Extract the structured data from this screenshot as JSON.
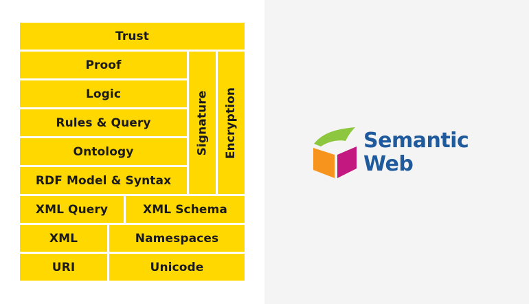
{
  "stack": {
    "trust": "Trust",
    "proof": "Proof",
    "logic": "Logic",
    "rules_query": "Rules & Query",
    "ontology": "Ontology",
    "rdf": "RDF Model & Syntax",
    "signature": "Signature",
    "encryption": "Encryption",
    "xml_query": "XML Query",
    "xml_schema": "XML Schema",
    "xml": "XML",
    "namespaces": "Namespaces",
    "uri": "URI",
    "unicode": "Unicode"
  },
  "logo": {
    "line1": "Semantic",
    "line2": "Web"
  },
  "colors": {
    "block": "#ffd800",
    "right_background": "#f4f4f4",
    "logo_text": "#1e5a9c",
    "cube_green": "#8dc63f",
    "cube_orange": "#f7941d",
    "cube_magenta": "#c2187f"
  }
}
